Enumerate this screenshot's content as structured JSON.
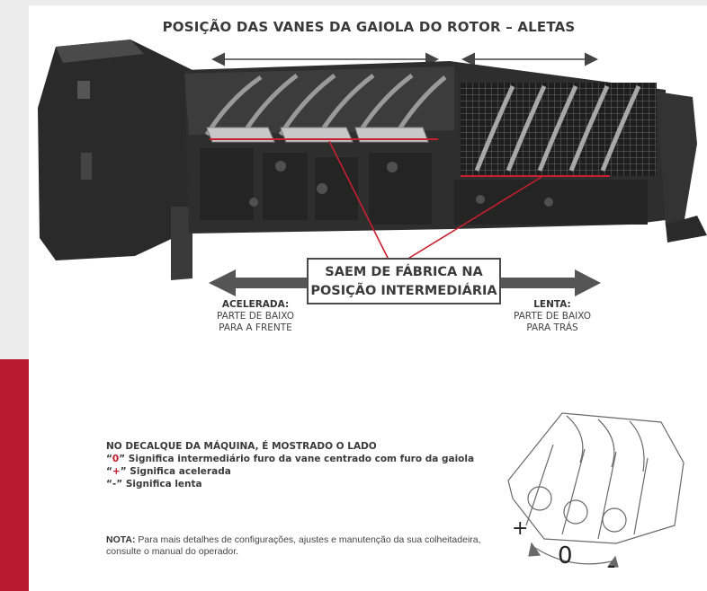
{
  "title": "POSIÇÃO DAS VANES DA GAIOLA DO ROTOR – ALETAS",
  "callout": {
    "line1": "SAEM DE FÁBRICA NA",
    "line2": "POSIÇÃO INTERMEDIÁRIA"
  },
  "left_dir": {
    "heading": "ACELERADA:",
    "line1": "PARTE DE BAIXO",
    "line2": "PARA A FRENTE"
  },
  "right_dir": {
    "heading": "LENTA:",
    "line1": "PARTE DE BAIXO",
    "line2": "PARA TRÁS"
  },
  "legend": {
    "intro": "NO DECALQUE DA MÁQUINA, É MOSTRADO O LADO",
    "items": [
      {
        "open": "“",
        "symbol": "0",
        "close": "”",
        "text": " Significa intermediário furo da vane centrado com furo da gaiola"
      },
      {
        "open": "“",
        "symbol": "+",
        "close": "”",
        "text": " Significa acelerada"
      },
      {
        "open": "“",
        "symbol": "-",
        "close": "”",
        "text": " Significa lenta"
      }
    ]
  },
  "nota": {
    "label": "NOTA:",
    "text": " Para mais detalhes de configurações, ajustes e manutenção da sua colheitadeira, consulte o manual do operador."
  },
  "diagram": {
    "plus": "+",
    "zero": "0",
    "minus": "-"
  },
  "colors": {
    "accent_red": "#b8192e",
    "text_dark": "#3a3a3a",
    "arrow_gray": "#555555"
  }
}
